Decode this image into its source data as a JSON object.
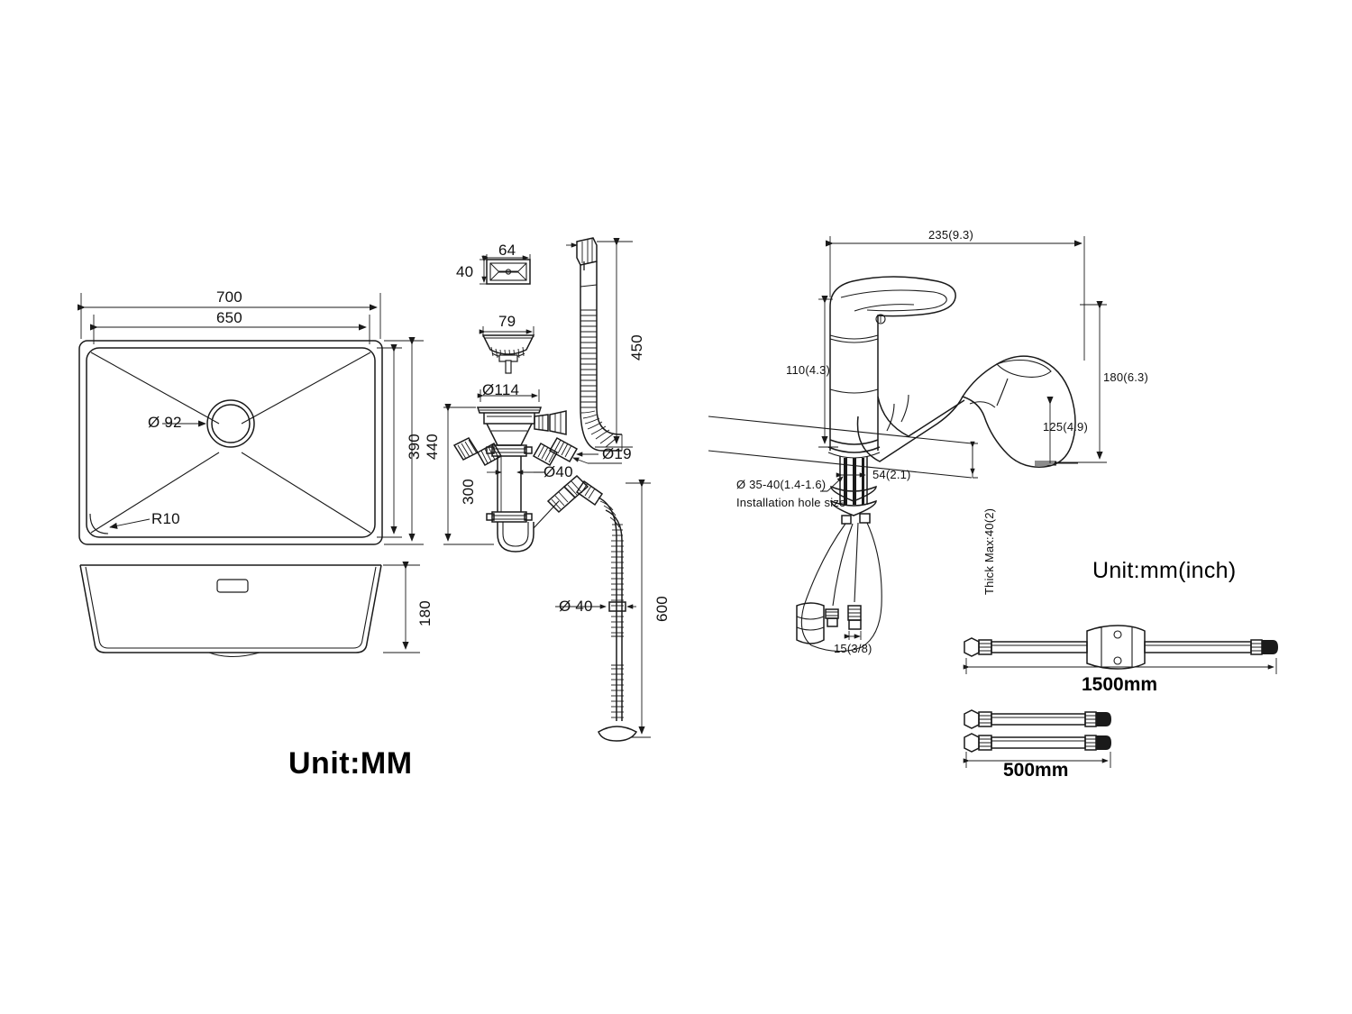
{
  "drawing": {
    "title": "Kitchen sink, drain assembly and pull-out faucet dimensional drawing",
    "unit_note_left": "Unit:MM",
    "unit_note_right": "Unit:mm(inch)",
    "line_color": "#1a1a1a",
    "background": "#ffffff"
  },
  "views": {
    "sink_top": {
      "name": "Sink top view",
      "dimensions": {
        "outer_width": "700",
        "inner_width": "650",
        "outer_depth": "440",
        "inner_depth": "390",
        "drain_hole": "Ø 92",
        "corner_radius": "R10"
      }
    },
    "sink_front": {
      "name": "Sink front/section view",
      "dimensions": {
        "depth": "180"
      }
    },
    "overflow_cover": {
      "name": "Overflow cover plate detail",
      "dimensions": {
        "width": "64",
        "height": "40"
      }
    },
    "strainer_basket": {
      "name": "Strainer basket detail",
      "dimensions": {
        "diameter": "79"
      }
    },
    "drain_assembly": {
      "name": "Basket strainer and P-trap assembly",
      "dimensions": {
        "flange_diameter": "Ø114",
        "overflow_hose_length": "450",
        "overflow_hose_diameter": "Ø19",
        "tailpiece_diameter": "Ø40",
        "trap_height": "300",
        "waste_hose_diameter": "Ø 40",
        "waste_hose_length": "600"
      }
    },
    "faucet": {
      "name": "Pull-out kitchen faucet",
      "dimensions": {
        "spout_reach": "235(9.3)",
        "body_height": "110(4.3)",
        "overall_height": "180(6.3)",
        "spray_head_height": "125(4.9)",
        "base_diameter": "54(2.1)",
        "install_hole": "Ø 35-40(1.4-1.6)",
        "install_hole_note": "Installation hole size",
        "deck_thickness": "Thick Max:40(2)",
        "supply_thread": "15(3/8)"
      }
    },
    "hoses": {
      "name": "Supply and pull-out hose kit",
      "items": [
        {
          "label": "1500mm",
          "note": "pull-out hose with weight/connector"
        },
        {
          "label": "500mm",
          "note": "pair of supply hoses"
        }
      ]
    }
  }
}
